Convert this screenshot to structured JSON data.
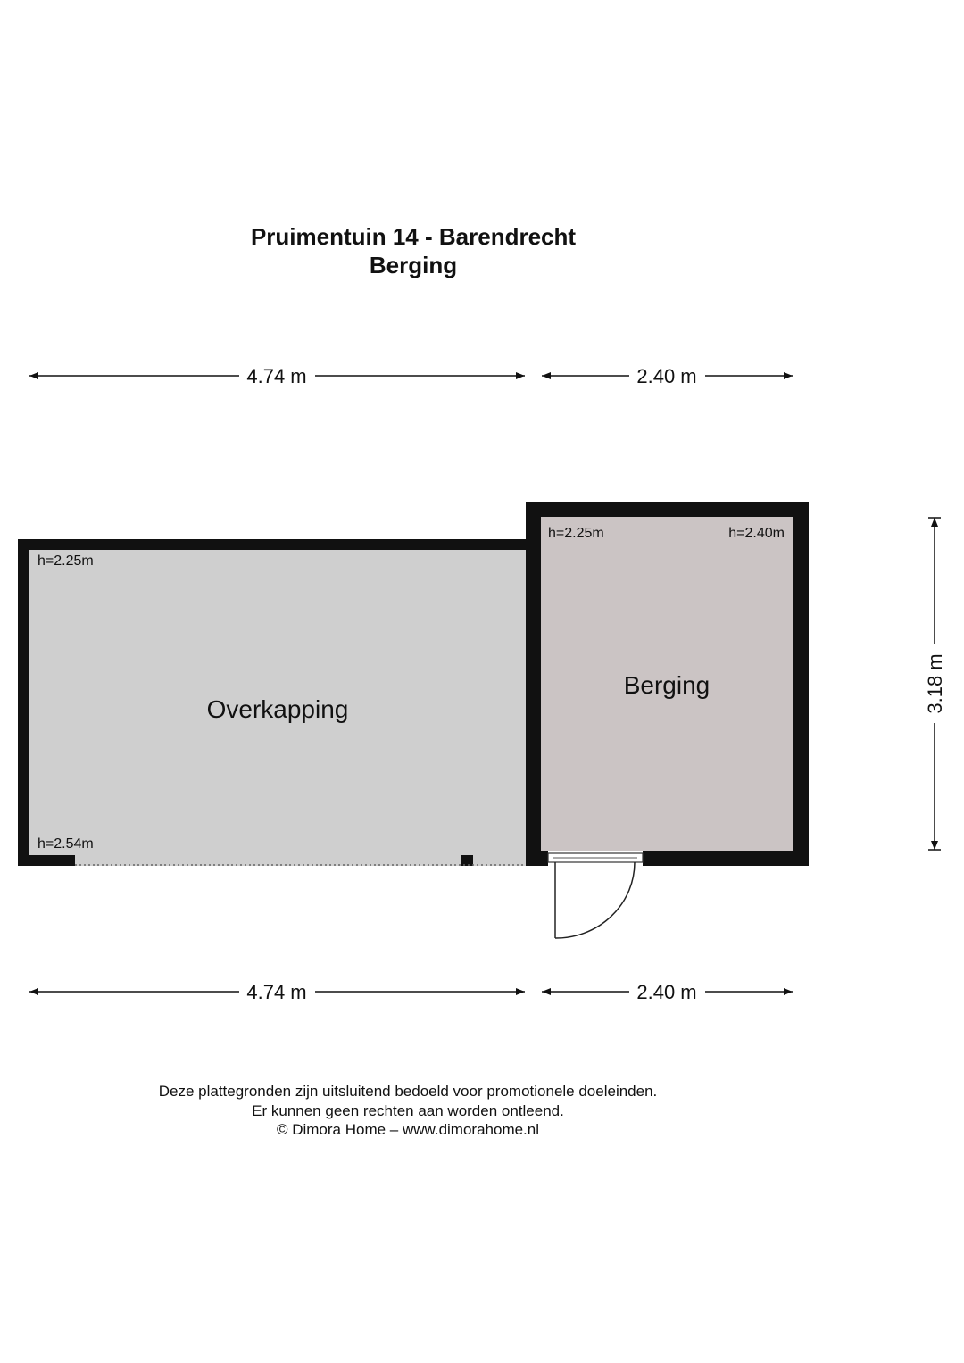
{
  "header": {
    "title": "Pruimentuin 14 - Barendrecht",
    "subtitle": "Berging"
  },
  "dimensions": {
    "top_left": "4.74 m",
    "top_right": "2.40 m",
    "bottom_left": "4.74 m",
    "bottom_right": "2.40 m",
    "right_vertical": "3.18 m"
  },
  "rooms": {
    "overkapping": {
      "name": "Overkapping",
      "height_top": "h=2.25m",
      "height_bottom": "h=2.54m",
      "fill": "#cfcfcf"
    },
    "berging": {
      "name": "Berging",
      "height_left": "h=2.25m",
      "height_right": "h=2.40m",
      "fill": "#cbc4c4"
    }
  },
  "footer": {
    "line1": "Deze plattegronden zijn uitsluitend bedoeld voor promotionele doeleinden.",
    "line2": "Er kunnen geen rechten aan worden ontleend.",
    "line3": "© Dimora Home – www.dimorahome.nl"
  },
  "colors": {
    "wall": "#111111"
  }
}
